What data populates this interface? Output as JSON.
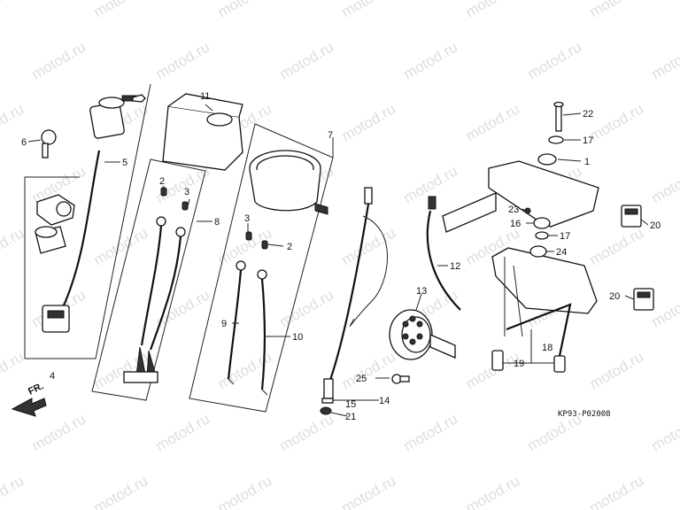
{
  "diagram_code": "KP93-P02008",
  "watermark_text": "motod.ru",
  "direction_label": "FR.",
  "callouts": [
    {
      "id": "c1",
      "label": "1"
    },
    {
      "id": "c2a",
      "label": "2"
    },
    {
      "id": "c2b",
      "label": "2"
    },
    {
      "id": "c3a",
      "label": "3"
    },
    {
      "id": "c3b",
      "label": "3"
    },
    {
      "id": "c4",
      "label": "4"
    },
    {
      "id": "c5",
      "label": "5"
    },
    {
      "id": "c6",
      "label": "6"
    },
    {
      "id": "c7",
      "label": "7"
    },
    {
      "id": "c8",
      "label": "8"
    },
    {
      "id": "c9",
      "label": "9"
    },
    {
      "id": "c10",
      "label": "10"
    },
    {
      "id": "c11",
      "label": "11"
    },
    {
      "id": "c12",
      "label": "12"
    },
    {
      "id": "c13",
      "label": "13"
    },
    {
      "id": "c14",
      "label": "14"
    },
    {
      "id": "c15",
      "label": "15"
    },
    {
      "id": "c16",
      "label": "16"
    },
    {
      "id": "c17a",
      "label": "17"
    },
    {
      "id": "c17b",
      "label": "17"
    },
    {
      "id": "c18",
      "label": "18"
    },
    {
      "id": "c19",
      "label": "19"
    },
    {
      "id": "c20a",
      "label": "20"
    },
    {
      "id": "c20b",
      "label": "20"
    },
    {
      "id": "c21",
      "label": "21"
    },
    {
      "id": "c22",
      "label": "22"
    },
    {
      "id": "c23",
      "label": "23"
    },
    {
      "id": "c24",
      "label": "24"
    },
    {
      "id": "c25",
      "label": "25"
    }
  ]
}
